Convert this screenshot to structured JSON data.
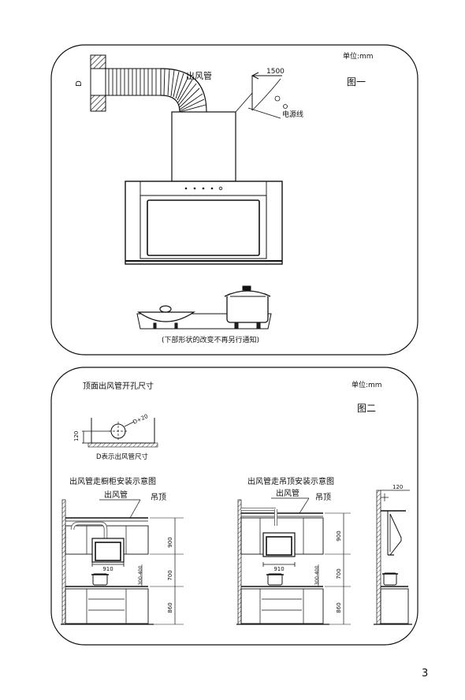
{
  "fig1": {
    "unit": "单位:mm",
    "title": "图一",
    "duct_label": "出风管",
    "d_label": "D",
    "dim_1500": "1500",
    "power_label": "电源线",
    "note": "(下部形状的改变不再另行通知)"
  },
  "fig2": {
    "unit": "单位:mm",
    "title": "图二",
    "hole_heading": "顶面出风管开孔尺寸",
    "hole_dim": "D+20",
    "hole_offset": "120",
    "hole_caption": "D表示出风管尺寸",
    "cabinet_title": "出风管走橱柜安装示意图",
    "ceiling_title": "出风管走吊顶安装示意图",
    "duct_label": "出风管",
    "ceiling_label": "吊顶",
    "dim_900": "900",
    "dim_700": "700",
    "dim_860": "860",
    "dim_910": "910",
    "dim_300_400": "300-400",
    "dim_120": "120"
  },
  "page_number": "3"
}
